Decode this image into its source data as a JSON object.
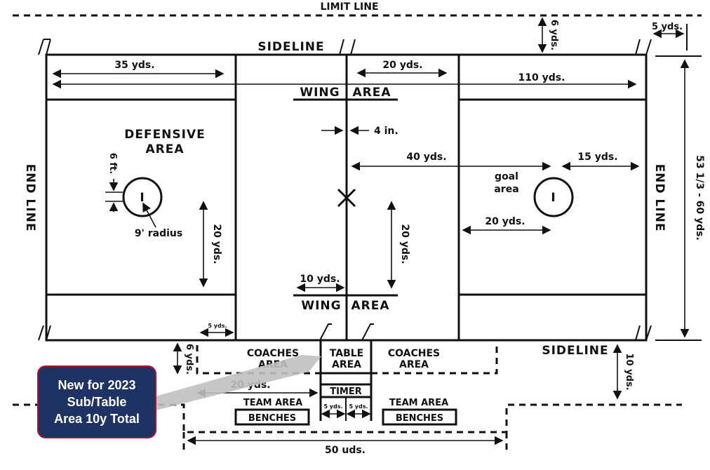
{
  "labels": {
    "limit_line": "LIMIT LINE",
    "sideline_top": "SIDELINE",
    "sideline_bottom": "SIDELINE",
    "end_line_left": "END LINE",
    "end_line_right": "END LINE",
    "wing_area_top_1": "WING",
    "wing_area_top_2": "AREA",
    "wing_area_bottom_1": "WING",
    "wing_area_bottom_2": "AREA",
    "defensive_area_1": "DEFENSIVE",
    "defensive_area_2": "AREA",
    "goal_area_1": "goal",
    "goal_area_2": "area",
    "radius": "9' radius",
    "goal_marker_left": "I",
    "goal_marker_right": "I",
    "coaches_area_left_1": "COACHES",
    "coaches_area_left_2": "AREA",
    "table_area_1": "TABLE",
    "table_area_2": "AREA",
    "coaches_area_right_1": "COACHES",
    "coaches_area_right_2": "AREA",
    "timer": "TIMER",
    "team_area_left": "TEAM AREA",
    "team_area_right": "TEAM AREA",
    "benches_left": "BENCHES",
    "benches_right": "BENCHES"
  },
  "dimensions": {
    "d_35": "35 yds.",
    "d_20_top": "20 yds.",
    "d_110": "110 yds.",
    "d_4in": "4 in.",
    "d_40": "40 yds.",
    "d_15": "15 yds.",
    "d_20_goal": "20 yds.",
    "d_20_vert_left": "20 yds.",
    "d_20_vert_center": "20 yds.",
    "d_10": "10 yds.",
    "d_5_small": "5 yds.",
    "d_6ft": "6 ft.",
    "d_6_top": "6 yds.",
    "d_5_top": "5 yds.",
    "d_width": "53 1/3 - 60 yds.",
    "d_6_bottom": "6 yds.",
    "d_10_bottom": "10 yds.",
    "d_20_sub": "20 yds.",
    "d_5_table_left": "5 yds.",
    "d_5_table_right": "5 yds.",
    "d_50": "50 uds."
  },
  "callout": {
    "line1": "New for 2023",
    "line2": "Sub/Table",
    "line3": "Area 10y Total"
  },
  "colors": {
    "callout_bg": "#1e3264",
    "callout_border": "#b0142a",
    "pointer": "#c0c0c0"
  }
}
